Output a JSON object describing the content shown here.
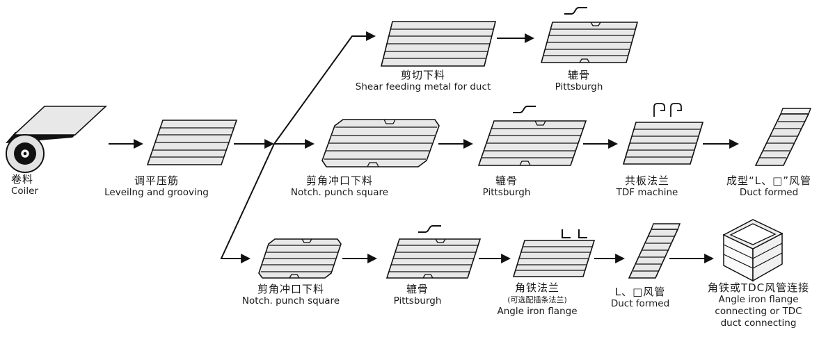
{
  "page": {
    "background": "#ffffff",
    "ink": "#1a1a1a",
    "sheet_fill": "#e8e8e8"
  },
  "nodes": {
    "coiler": {
      "zh": "卷料",
      "en": "Coiler"
    },
    "leveling": {
      "zh": "调平压筋",
      "en": "Leveilng and grooving"
    },
    "shear": {
      "zh": "剪切下料",
      "en": "Shear feeding metal for duct"
    },
    "pittsburgh_top": {
      "zh": "辘骨",
      "en": "Pittsburgh"
    },
    "notch_mid": {
      "zh": "剪角冲口下料",
      "en": "Notch. punch square"
    },
    "pittsburgh_mid": {
      "zh": "辘骨",
      "en": "Pittsburgh"
    },
    "tdf": {
      "zh": "共板法兰",
      "en": "TDF  machine"
    },
    "duct_formed_mid": {
      "zh": "成型“L、□”风管",
      "en": "Duct formed"
    },
    "notch_bot": {
      "zh": "剪角冲口下料",
      "en": "Notch. punch square"
    },
    "pittsburgh_bot": {
      "zh": "辘骨",
      "en": "Pittsburgh"
    },
    "angle_iron": {
      "zh": "角铁法兰",
      "note": "(可选配插条法兰)",
      "en": "Angle iron flange"
    },
    "duct_formed_bot": {
      "zh": "L、□风管",
      "en": "Duct formed"
    },
    "tdc_connect": {
      "zh": "角铁或TDC风管连接",
      "en_line1": "Angle iron flange",
      "en_line2": "connecting or TDC",
      "en_line3": "duct connecting"
    }
  }
}
